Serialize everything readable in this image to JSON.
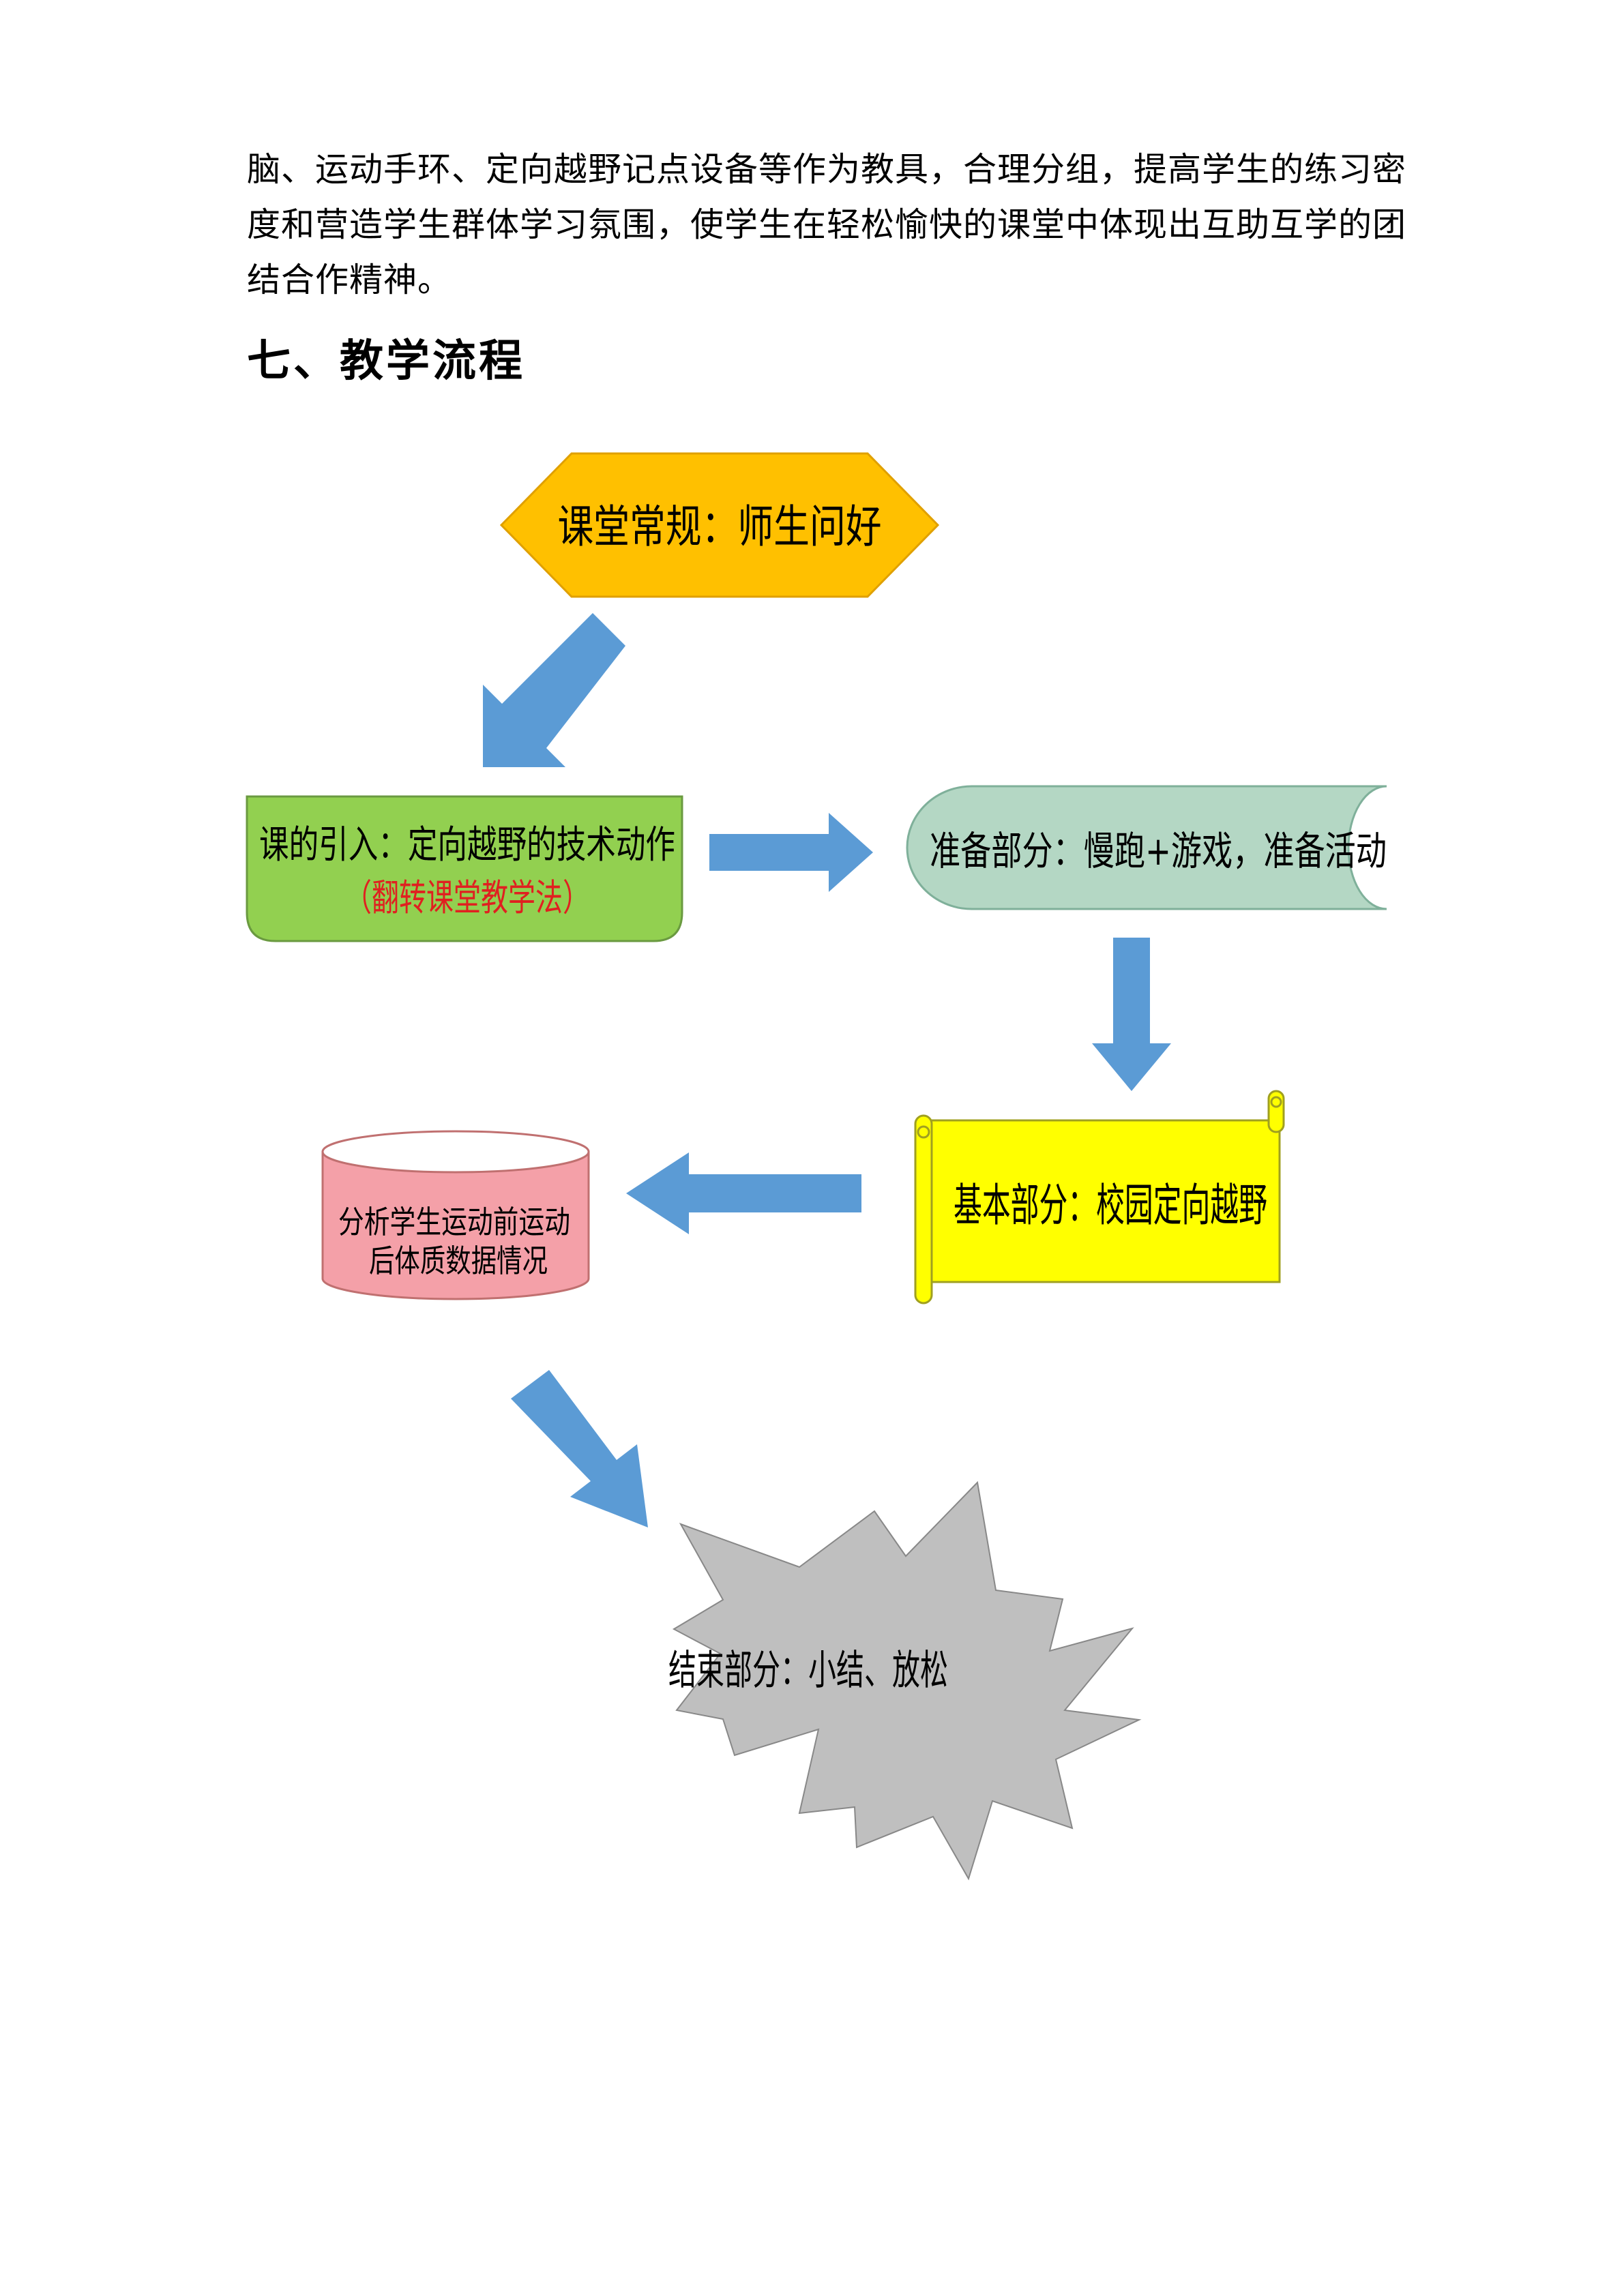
{
  "document": {
    "intro_lines": [
      "脑、运动手环、定向越野记点设备等作为教具，合理分组，提高学生的练习密",
      "度和营造学生群体学习氛围，使学生在轻松愉快的课堂中体现出互助互学的团",
      "结合作精神。"
    ],
    "section_heading": "七、教学流程"
  },
  "flowchart": {
    "step1": {
      "label": "课堂常规：师生问好",
      "fill": "#FFC000"
    },
    "step2": {
      "line1": "课的引入：定向越野的技术动作",
      "line2": "（翻转课堂教学法）",
      "fill": "#92D050",
      "line2_color": "#E02020"
    },
    "step3": {
      "label": "准备部分：慢跑+游戏，准备活动",
      "fill": "#B4D7C4"
    },
    "step4": {
      "label": "基本部分：校园定向越野",
      "fill": "#FFFF00"
    },
    "step5": {
      "line1": "分析学生运动前运动",
      "line2": "后体质数据情况",
      "fill": "#F4A0A8"
    },
    "step6": {
      "label": "结束部分：小结、放松",
      "fill": "#BFBFBF"
    },
    "arrow_color": "#5B9BD5"
  }
}
